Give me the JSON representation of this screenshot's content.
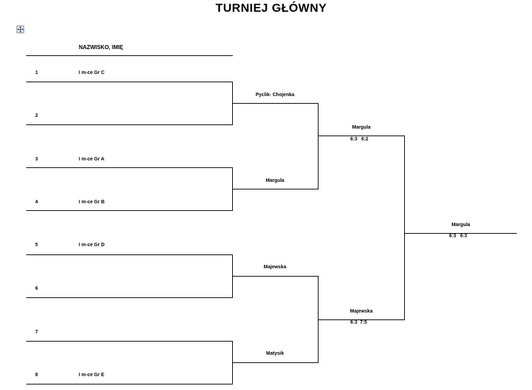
{
  "title": "TURNIEJ GŁÓWNY",
  "header": {
    "name_column": "NAZWISKO, IMIĘ"
  },
  "players": [
    {
      "number": "1",
      "name": "I m-ce Gr C"
    },
    {
      "number": "2",
      "name": ""
    },
    {
      "number": "3",
      "name": "I m-ce Gr A"
    },
    {
      "number": "4",
      "name": "I m-ce Gr B"
    },
    {
      "number": "5",
      "name": "I m-ce Gr D"
    },
    {
      "number": "6",
      "name": ""
    },
    {
      "number": "7",
      "name": ""
    },
    {
      "number": "8",
      "name": "I m-ce Gr E"
    }
  ],
  "round1": [
    {
      "winner": "Pyclik- Chojenka"
    },
    {
      "winner": "Margula"
    },
    {
      "winner": "Majewska"
    },
    {
      "winner": "Matysik"
    }
  ],
  "round2": [
    {
      "winner": "Margula",
      "score": "6:3   6:2"
    },
    {
      "winner": "Majewska",
      "score": "6:3  7:5"
    }
  ],
  "final": {
    "winner": "Margula",
    "score": "6:3   6:3"
  },
  "icons": {
    "move_handle": "move-handle-icon"
  }
}
